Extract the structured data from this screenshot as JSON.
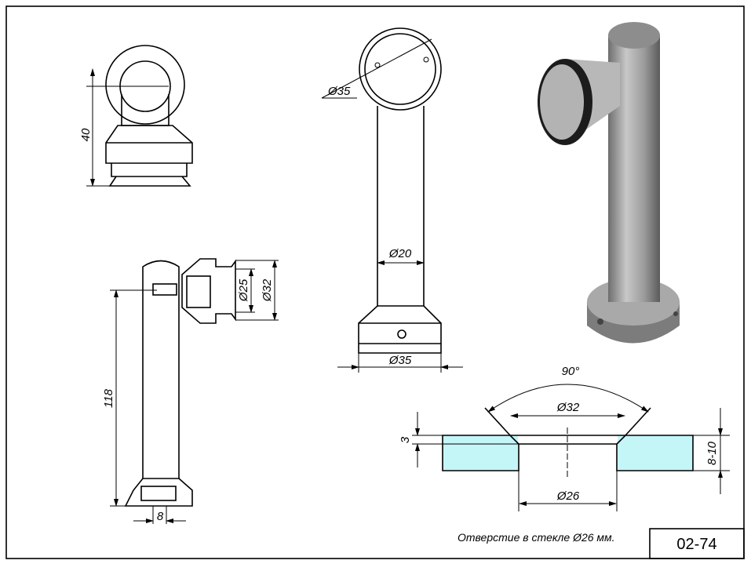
{
  "drawing": {
    "code": "02-74",
    "caption": "Отверстие в стекле Ø26 мм.",
    "glass_color": "#c4f5f7",
    "top_view": {
      "height_dim": "40"
    },
    "front_view": {
      "top_dia": "Ø35",
      "tube_dia": "Ø20",
      "base_dia": "Ø35"
    },
    "section_view": {
      "height_dim": "118",
      "hole_dim": "8",
      "inner_dia": "Ø25",
      "outer_dia": "Ø32"
    },
    "glass_detail": {
      "angle": "90°",
      "countersink_dia": "Ø32",
      "hole_dia": "Ø26",
      "countersink_depth": "3",
      "glass_thickness": "8-10"
    }
  }
}
